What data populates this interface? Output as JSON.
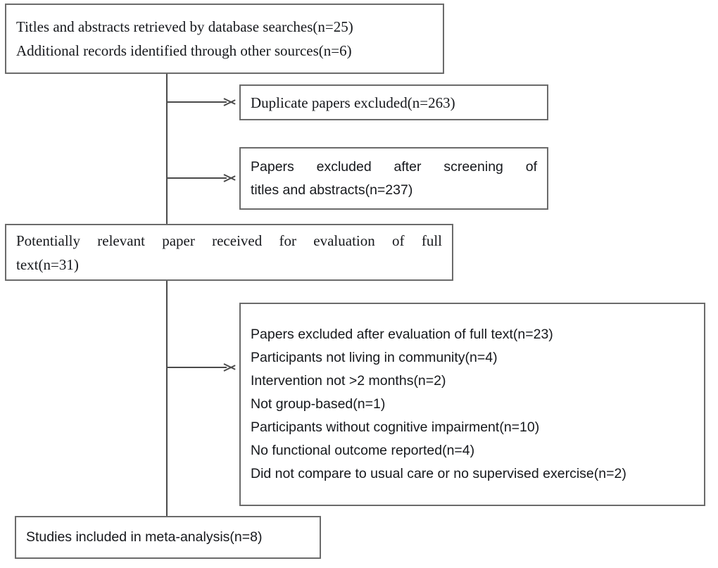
{
  "diagram": {
    "title": "PRISMA study selection flow diagram",
    "colors": {
      "box_border": "#6b6b6b",
      "connector": "#4a4a4a",
      "text": "#16181c",
      "background": "#ffffff"
    },
    "nodes": {
      "retrieved": {
        "name": "records-retrieved",
        "lines": [
          "Titles and abstracts retrieved by database searches(n=25)",
          "Additional records identified through other sources(n=6)"
        ],
        "counts": [
          25,
          6
        ]
      },
      "duplicates": {
        "name": "duplicates-excluded",
        "lines": [
          "Duplicate papers excluded(n=263)"
        ],
        "counts": [
          263
        ]
      },
      "screening": {
        "name": "screening-excluded",
        "lines": [
          "Papers excluded after screening of",
          "titles and abstracts(n=237)"
        ],
        "counts": [
          237
        ]
      },
      "relevant": {
        "name": "potentially-relevant",
        "lines": [
          "Potentially relevant paper received for evaluation of full",
          "text(n=31)"
        ],
        "counts": [
          31
        ]
      },
      "fulltext": {
        "name": "fulltext-excluded",
        "lines": [
          "Papers excluded after evaluation of full text(n=23)",
          "Participants not living in community(n=4)",
          "Intervention not >2 months(n=2)",
          "Not group-based(n=1)",
          "Participants without cognitive impairment(n=10)",
          "No functional outcome reported(n=4)",
          "Did not compare to usual care or no supervised exercise(n=2)"
        ],
        "counts": [
          23,
          4,
          2,
          1,
          10,
          4,
          2
        ]
      },
      "included": {
        "name": "studies-included",
        "lines": [
          "Studies included in meta-analysis(n=8)"
        ],
        "counts": [
          8
        ]
      }
    },
    "connectors": [
      {
        "name": "trunk-upper",
        "from": "retrieved",
        "to": "relevant"
      },
      {
        "name": "branch-to-duplicates",
        "from": "trunk",
        "to": "duplicates",
        "arrow": "right"
      },
      {
        "name": "branch-to-screening",
        "from": "trunk",
        "to": "screening",
        "arrow": "right"
      },
      {
        "name": "trunk-lower",
        "from": "relevant",
        "to": "included"
      },
      {
        "name": "branch-to-fulltext",
        "from": "trunk",
        "to": "fulltext",
        "arrow": "right"
      }
    ]
  }
}
